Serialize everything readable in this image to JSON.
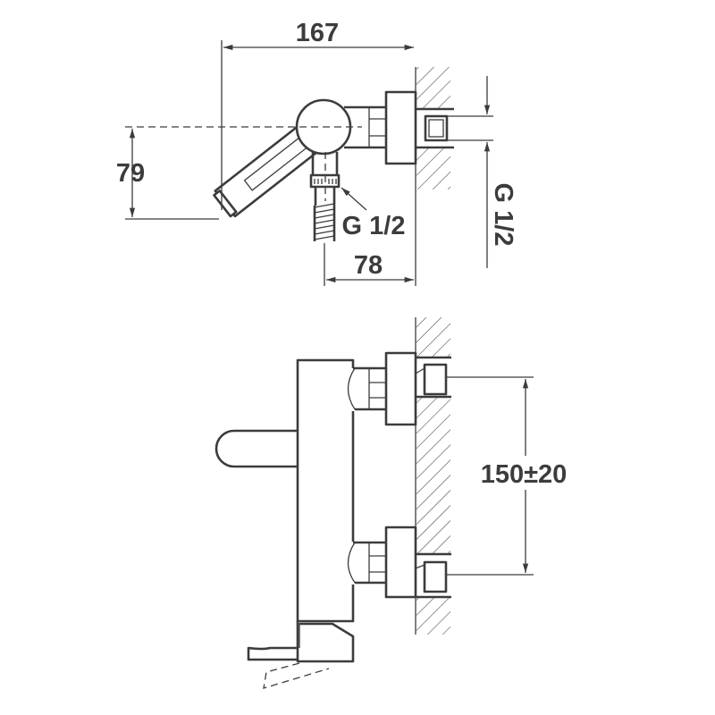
{
  "top_view": {
    "dim_width": "167",
    "dim_height": "79",
    "outlet_thread": "G 1/2",
    "dim_wall_to_outlet": "78",
    "inlet_thread": "G 1/2"
  },
  "front_view": {
    "dim_inlet_spacing": "150±20"
  }
}
